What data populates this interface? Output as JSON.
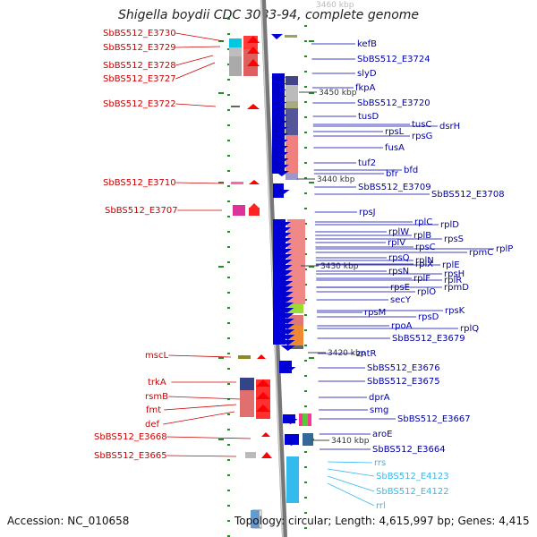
{
  "title": "Shigella boydii CDC 3083-94, complete genome",
  "footer": {
    "accession": "Accession: NC_010658",
    "topology": "Topology: circular; Length: 4,615,997 bp; Genes: 4,415"
  },
  "colors": {
    "left_label": "#cc0000",
    "right_label": "#0000aa",
    "rna_label": "#33bbee",
    "backbone": "#888888"
  },
  "kbp_markers": [
    "3450 kbp",
    "3440 kbp",
    "3430 kbp",
    "3420 kbp",
    "3410 kbp"
  ],
  "left_labels": [
    "SbBS512_E3730",
    "SbBS512_E3729",
    "SbBS512_E3728",
    "SbBS512_E3727",
    "SbBS512_E3722",
    "SbBS512_E3710",
    "SbBS512_E3707",
    "mscL",
    "trkA",
    "rsmB",
    "fmt",
    "def",
    "SbBS512_E3668",
    "SbBS512_E3665"
  ],
  "right_labels": [
    "kefB",
    "SbBS512_E3724",
    "slyD",
    "fkpA",
    "SbBS512_E3720",
    "tusD",
    "tusC",
    "dsrH",
    "rpsL",
    "rpsG",
    "fusA",
    "tuf2",
    "bfr",
    "bfd",
    "SbBS512_E3709",
    "SbBS512_E3708",
    "rpsJ",
    "rplC",
    "rplD",
    "rplW",
    "rplB",
    "rpsS",
    "rplV",
    "rpsC",
    "rpmC",
    "rplP",
    "rpsQ",
    "rplN",
    "rplE",
    "rplX",
    "rpsH",
    "rplF",
    "rplR",
    "rpsN",
    "rpsE",
    "rpmD",
    "rplO",
    "secY",
    "rpsM",
    "rpsK",
    "rpsD",
    "rpoA",
    "rplQ",
    "SbBS512_E3679",
    "zntR",
    "SbBS512_E3676",
    "SbBS512_E3675",
    "dprA",
    "smg",
    "SbBS512_E3667",
    "aroE",
    "SbBS512_E3664"
  ],
  "rna_labels": [
    "rrs",
    "SbBS512_E4123",
    "SbBS512_E4122",
    "rrl"
  ]
}
